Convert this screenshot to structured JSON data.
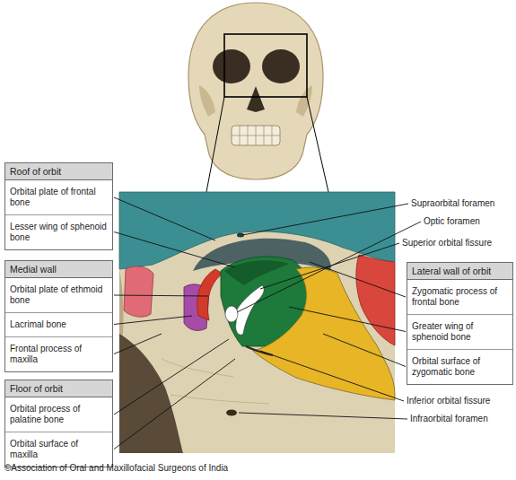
{
  "diagram": {
    "nodes": [
      {
        "text": [
          "Roof of orbit"
        ]
      },
      {
        "text": [
          "Orbital plate of frontal bone"
        ],
        "in": 0
      },
      {
        "text": [
          "Lesser wing of sphenoid bone"
        ],
        "in": 0
      },
      {
        "text": [
          "Medial wall"
        ]
      },
      {
        "text": [
          "Orbital plate of ethmoid bone"
        ],
        "in": 3
      },
      {
        "text": [
          "Lacrimal bone"
        ],
        "in": 3
      },
      {
        "text": [
          "Frontal process of maxilla"
        ],
        "in": 3
      },
      {
        "text": [
          "Floor of orbit"
        ]
      },
      {
        "text": [
          "Orbital process of palatine bone"
        ],
        "in": 7
      },
      {
        "text": [
          "Orbital surface of maxilla"
        ],
        "in": 7
      },
      {
        "text": [
          "Lateral wall of orbit"
        ]
      },
      {
        "text": [
          "Zygomatic process of frontal bone"
        ],
        "in": 10
      },
      {
        "text": [
          "Greater wing of sphenoid bone"
        ],
        "in": 10
      },
      {
        "text": [
          "Orbital surface of zygomatic bone"
        ],
        "in": 10
      }
    ],
    "labels": [
      "Supraorbital foramen",
      "Optic foramen",
      "Superior orbital fissure",
      "Inferior orbital fissure",
      "Infraorbital foramen",
      "©Association of Oral and Maxillofacial Surgeons of India"
    ]
  }
}
